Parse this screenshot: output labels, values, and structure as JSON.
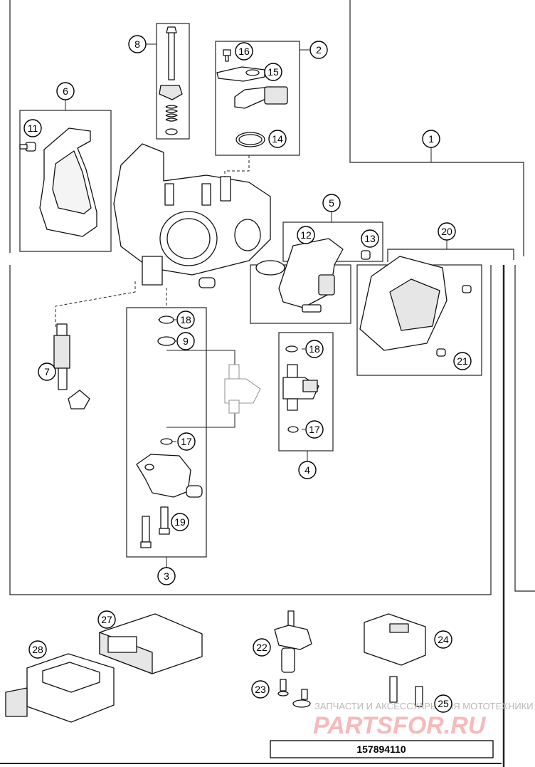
{
  "callouts": [
    {
      "id": "c1",
      "label": "1"
    },
    {
      "id": "c2",
      "label": "2"
    },
    {
      "id": "c3",
      "label": "3"
    },
    {
      "id": "c4",
      "label": "4"
    },
    {
      "id": "c5",
      "label": "5"
    },
    {
      "id": "c6",
      "label": "6"
    },
    {
      "id": "c7",
      "label": "7"
    },
    {
      "id": "c8",
      "label": "8"
    },
    {
      "id": "c9",
      "label": "9"
    },
    {
      "id": "c11",
      "label": "11"
    },
    {
      "id": "c12",
      "label": "12"
    },
    {
      "id": "c13",
      "label": "13"
    },
    {
      "id": "c14",
      "label": "14"
    },
    {
      "id": "c15",
      "label": "15"
    },
    {
      "id": "c16",
      "label": "16"
    },
    {
      "id": "c17a",
      "label": "17"
    },
    {
      "id": "c17b",
      "label": "17"
    },
    {
      "id": "c18a",
      "label": "18"
    },
    {
      "id": "c18b",
      "label": "18"
    },
    {
      "id": "c19",
      "label": "19"
    },
    {
      "id": "c20",
      "label": "20"
    },
    {
      "id": "c21",
      "label": "21"
    },
    {
      "id": "c22",
      "label": "22"
    },
    {
      "id": "c23",
      "label": "23"
    },
    {
      "id": "c24",
      "label": "24"
    },
    {
      "id": "c25",
      "label": "25"
    },
    {
      "id": "c27",
      "label": "27"
    },
    {
      "id": "c28",
      "label": "28"
    }
  ],
  "watermark": {
    "text": "ЗАПЧАСТИ И АКСЕССУАРЫ ДЛЯ МОТОТЕХНИКИ",
    "logo": "PARTSFOR.RU"
  },
  "doc_number": "157894110",
  "colors": {
    "line": "#111111",
    "watermark_text": "#b9b9b9",
    "watermark_logo": "#f3a3a3",
    "background": "#ffffff"
  }
}
